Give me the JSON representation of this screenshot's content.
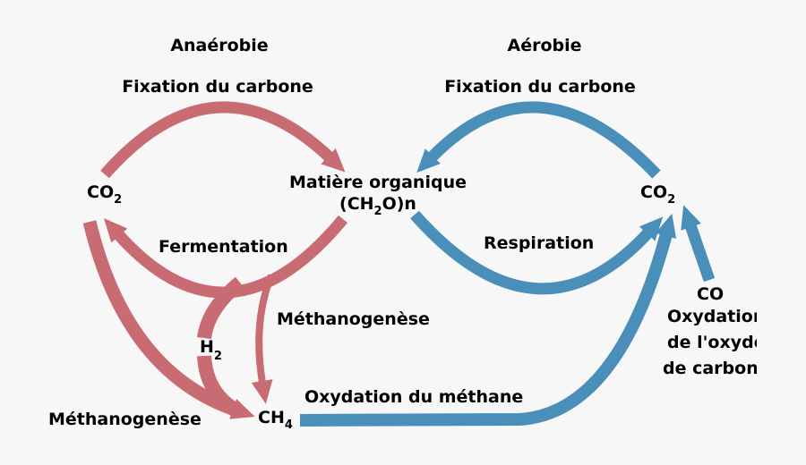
{
  "colors": {
    "anaerobic": "#c96b72",
    "aerobic": "#4a8eba",
    "background": "#f7f7f7",
    "text": "#000000"
  },
  "headings": {
    "anaerobic": "Anaérobie",
    "aerobic": "Aérobie"
  },
  "labels": {
    "fixation_left": "Fixation du carbone",
    "fixation_right": "Fixation du carbone",
    "organic_line1": "Matière organique",
    "organic_line2_a": "(CH",
    "organic_line2_sub": "2",
    "organic_line2_b": "O)n",
    "co2_left": "CO",
    "co2_left_sub": "2",
    "co2_right": "CO",
    "co2_right_sub": "2",
    "fermentation": "Fermentation",
    "respiration": "Respiration",
    "methanogenesis_right": "Méthanogenèse",
    "methanogenesis_left": "Méthanogenèse",
    "h2": "H",
    "h2_sub": "2",
    "ch4": "CH",
    "ch4_sub": "4",
    "methane_oxidation": "Oxydation du méthane",
    "co": "CO",
    "co_oxidation_line1": "Oxydation",
    "co_oxidation_line2": "de l'oxyde",
    "co_oxidation_line3": "de carbone"
  }
}
